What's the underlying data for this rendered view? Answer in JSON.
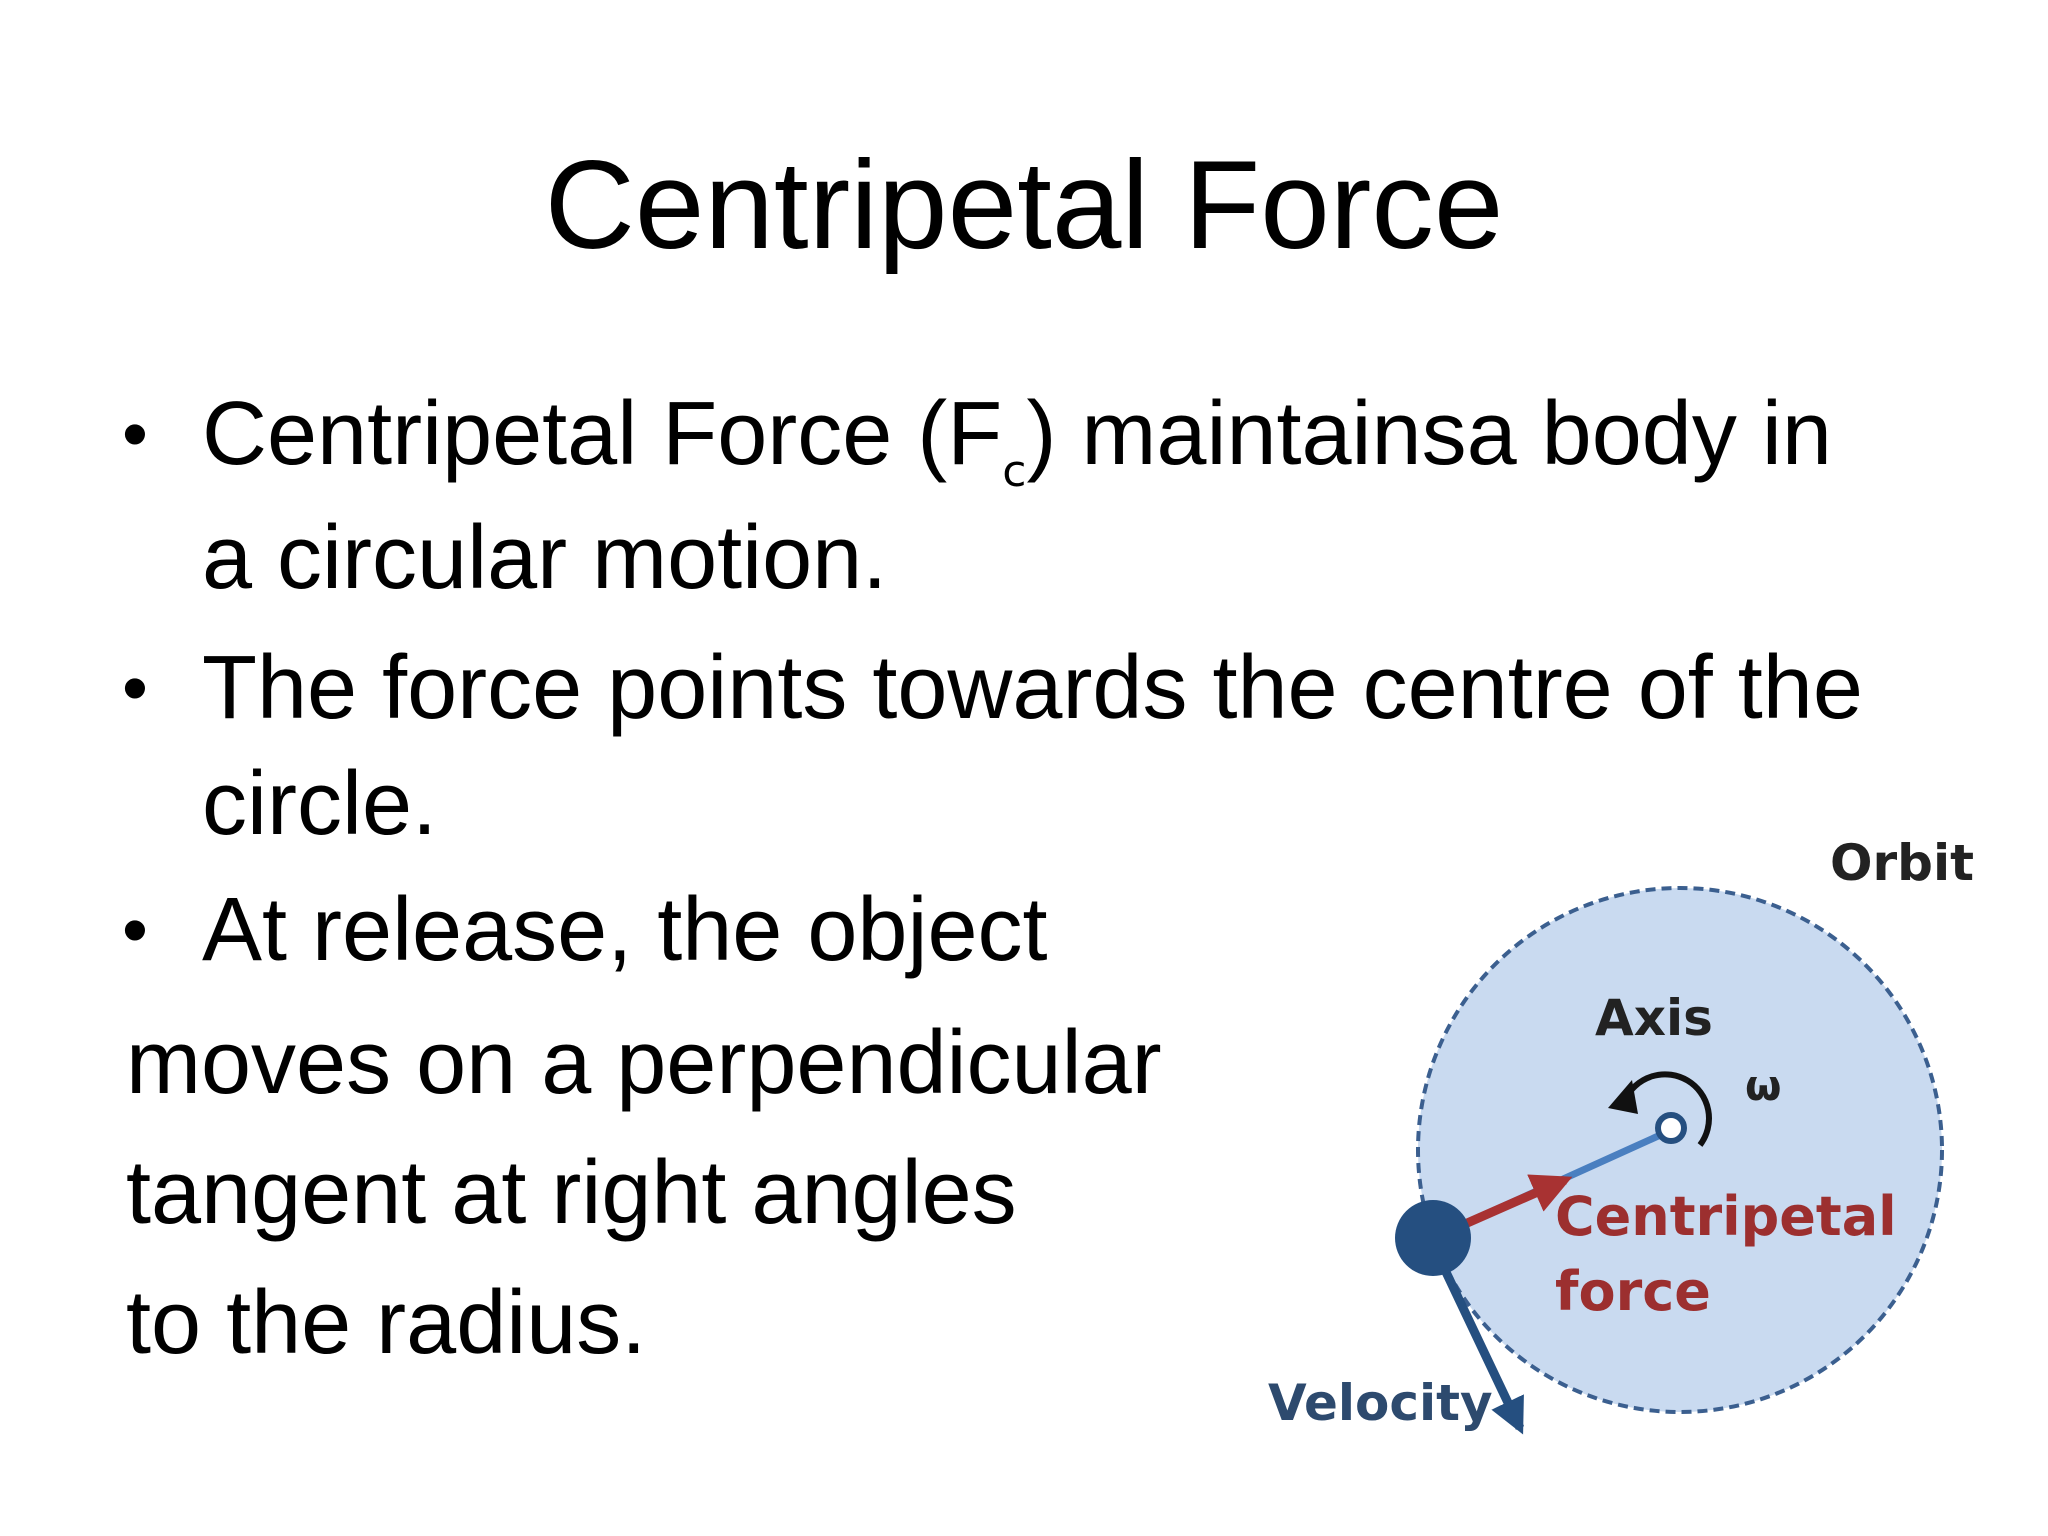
{
  "title": "Centripetal Force",
  "bullets": [
    {
      "line1_before_sub": "Centripetal Force (F",
      "subscript": "c",
      "line1_after_sub": ") maintainsa body in",
      "line2": "a circular motion."
    },
    {
      "line1": "The force points towards the centre of the",
      "line2": "circle."
    },
    {
      "line1": "At release, the object"
    }
  ],
  "continuation_lines": [
    "moves on a perpendicular",
    "tangent at right angles",
    "to the radius."
  ],
  "diagram": {
    "labels": {
      "orbit": "Orbit",
      "axis": "Axis",
      "omega": "ω",
      "centripetal_line1": "Centripetal",
      "centripetal_line2": "force",
      "velocity": "Velocity"
    },
    "colors": {
      "orbit_fill": "#c9daf0",
      "orbit_stroke": "#3b5f8f",
      "body": "#254f80",
      "radius_line": "#4a7fc0",
      "centripetal_arrow": "#a83232",
      "centripetal_text": "#9c2f2f",
      "velocity_arrow": "#254f80",
      "velocity_text": "#2d4a6e",
      "label_text": "#222222"
    }
  }
}
